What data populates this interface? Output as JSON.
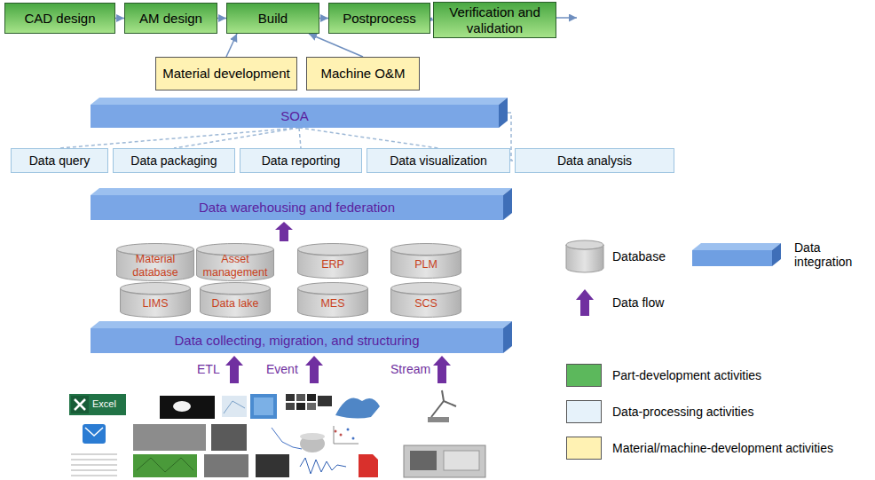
{
  "diagram": {
    "nodes": [
      {
        "text": [
          "CAD design"
        ]
      },
      {
        "text": [
          "AM design"
        ]
      },
      {
        "text": [
          "Build"
        ]
      },
      {
        "text": [
          "Postprocess"
        ]
      },
      {
        "text": [
          "Verification and validation"
        ]
      },
      {
        "text": [
          "Material development"
        ]
      },
      {
        "text": [
          "Machine O&M"
        ]
      },
      {
        "text": [
          "SOA"
        ]
      },
      {
        "text": [
          "Data query"
        ]
      },
      {
        "text": [
          "Data packaging"
        ]
      },
      {
        "text": [
          "Data reporting"
        ]
      },
      {
        "text": [
          "Data visualization"
        ]
      },
      {
        "text": [
          "Data analysis"
        ]
      },
      {
        "text": [
          "Data warehousing and federation"
        ]
      },
      {
        "text": [
          "Material database"
        ]
      },
      {
        "text": [
          "Asset management"
        ]
      },
      {
        "text": [
          "ERP"
        ]
      },
      {
        "text": [
          "PLM"
        ]
      },
      {
        "text": [
          "LIMS"
        ]
      },
      {
        "text": [
          "Data lake"
        ]
      },
      {
        "text": [
          "MES"
        ]
      },
      {
        "text": [
          "SCS"
        ]
      },
      {
        "text": [
          "Data collecting, migration, and structuring"
        ]
      }
    ],
    "edges": [
      {
        "from": 0,
        "to": 1,
        "arrow": "to"
      },
      {
        "from": 1,
        "to": 2,
        "arrow": "to"
      },
      {
        "from": 2,
        "to": 3,
        "arrow": "to"
      },
      {
        "from": 3,
        "to": 4,
        "arrow": "to"
      },
      {
        "from": 5,
        "to": 2,
        "arrow": "to"
      },
      {
        "from": 6,
        "to": 2,
        "arrow": "to"
      },
      {
        "from": 7,
        "to": 8,
        "arrow": "none"
      },
      {
        "from": 7,
        "to": 9,
        "arrow": "none"
      },
      {
        "from": 7,
        "to": 10,
        "arrow": "none"
      },
      {
        "from": 7,
        "to": 11,
        "arrow": "none"
      },
      {
        "from": 7,
        "to": 12,
        "arrow": "none"
      }
    ],
    "labels": [
      "ETL",
      "Event",
      "Stream",
      "Excel"
    ],
    "legend": [
      {
        "text": "Database"
      },
      {
        "text": "Data integration"
      },
      {
        "text": "Data flow"
      },
      {
        "text": "Part-development activities",
        "color": "#5cb85c"
      },
      {
        "text": "Data-processing activities",
        "color": "#e6f2fa"
      },
      {
        "text": "Material/machine-development activities",
        "color": "#fff2b3"
      }
    ]
  }
}
